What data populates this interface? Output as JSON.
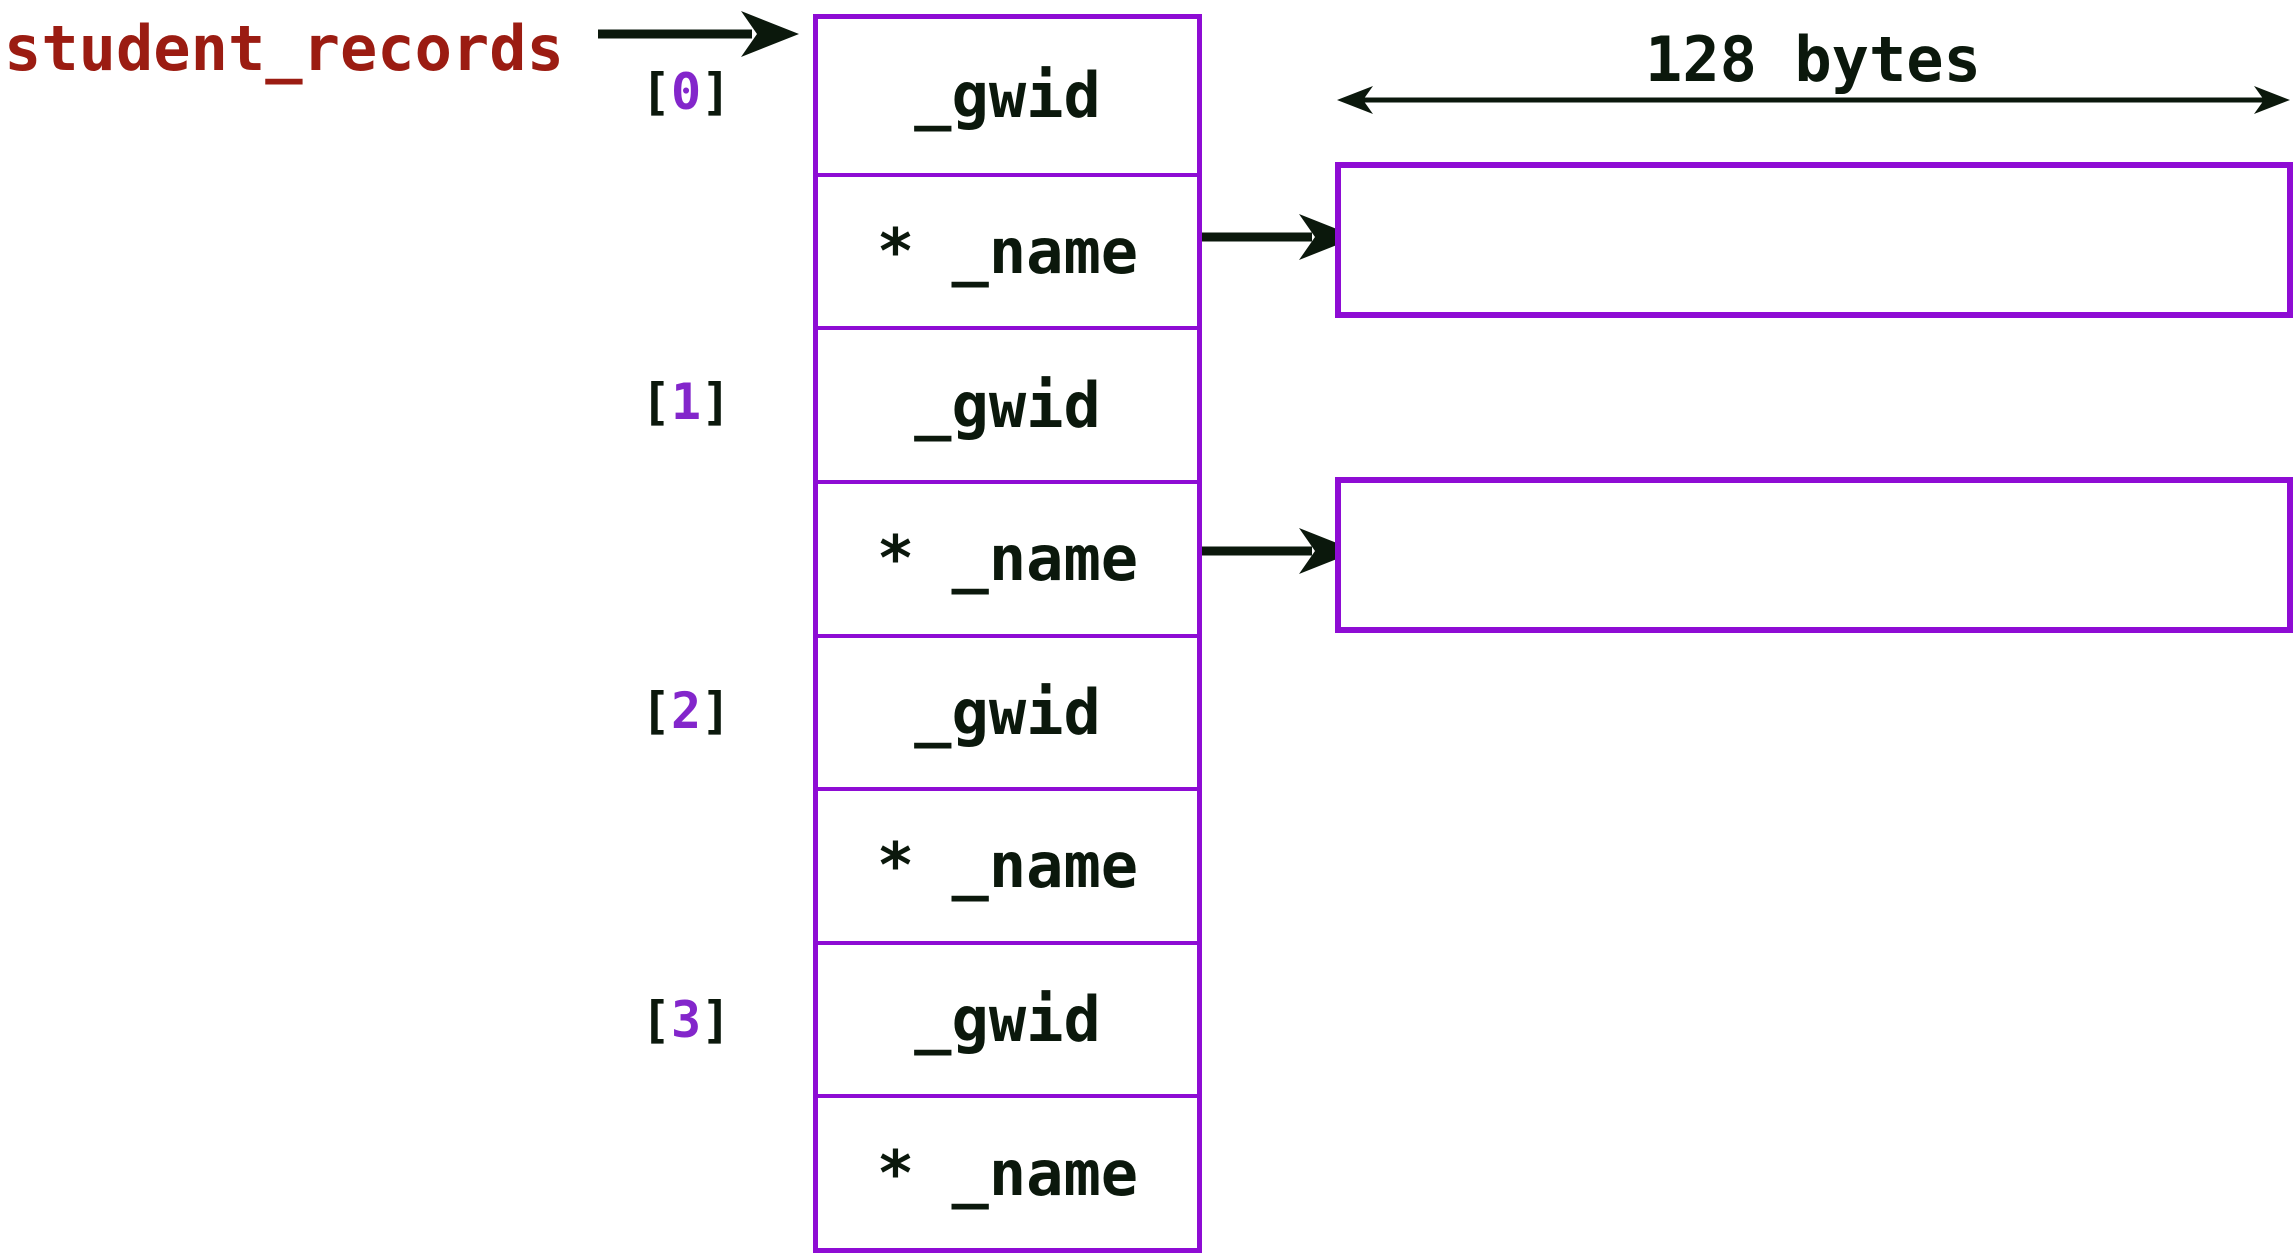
{
  "colors": {
    "bg": "#ffffff",
    "border-purple": "#8e0cd4",
    "digit-purple": "#8326cb",
    "ink": "#0b180c",
    "var-red": "#9b1c12"
  },
  "labels": {
    "variable_name": "student_records",
    "byte_size": "128 bytes"
  },
  "array": {
    "indices": [
      {
        "open": "[",
        "digit": "0",
        "close": "]"
      },
      {
        "open": "[",
        "digit": "1",
        "close": "]"
      },
      {
        "open": "[",
        "digit": "2",
        "close": "]"
      },
      {
        "open": "[",
        "digit": "3",
        "close": "]"
      }
    ],
    "cells": [
      {
        "label": "_gwid"
      },
      {
        "label": "* _name"
      },
      {
        "label": "_gwid"
      },
      {
        "label": "* _name"
      },
      {
        "label": "_gwid"
      },
      {
        "label": "* _name"
      },
      {
        "label": "_gwid"
      },
      {
        "label": "* _name"
      }
    ]
  }
}
